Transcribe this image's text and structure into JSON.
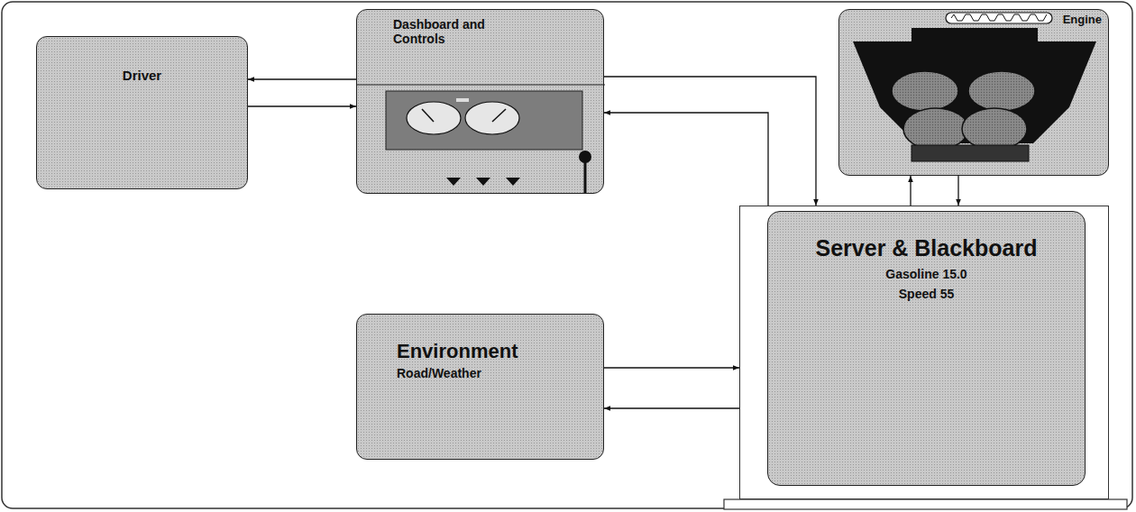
{
  "diagram": {
    "nodes": [
      {
        "text": [
          "Driver"
        ]
      },
      {
        "text": [
          "Dashboard and Controls"
        ]
      },
      {
        "text": [
          "Engine"
        ]
      },
      {
        "text": [
          "Environment",
          "Road/Weather"
        ]
      },
      {
        "text": [
          "Server & Blackboard",
          "Gasoline 15.0",
          "Speed 55"
        ]
      }
    ],
    "edges": [
      {
        "from": 1,
        "to": 0,
        "arrow": "to"
      },
      {
        "from": 0,
        "to": 1,
        "arrow": "to"
      },
      {
        "from": 1,
        "to": 4,
        "arrow": "to"
      },
      {
        "from": 4,
        "to": 1,
        "arrow": "to"
      },
      {
        "from": 4,
        "to": 2,
        "arrow": "to"
      },
      {
        "from": 2,
        "to": 4,
        "arrow": "to"
      },
      {
        "from": 3,
        "to": 4,
        "arrow": "to"
      },
      {
        "from": 4,
        "to": 3,
        "arrow": "to"
      }
    ]
  }
}
